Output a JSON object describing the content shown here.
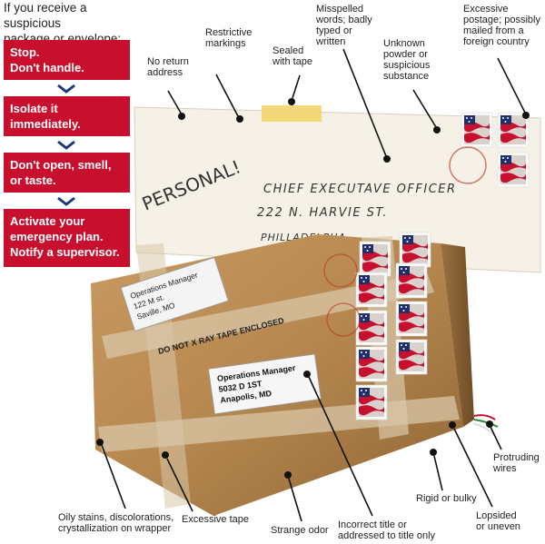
{
  "intro": {
    "line1": "If you receive a suspicious",
    "line2": "package or envelope:"
  },
  "steps": [
    {
      "line1": "Stop.",
      "line2": "Don't handle."
    },
    {
      "line1": "Isolate it",
      "line2": "immediately."
    },
    {
      "line1": "Don't open, smell,",
      "line2": "or taste."
    },
    {
      "line1": "Activate your",
      "line2": "emergency plan.",
      "line3": "Notify a supervisor."
    }
  ],
  "callouts": {
    "no_return": [
      "No return",
      "address"
    ],
    "restrictive": [
      "Restrictive",
      "markings"
    ],
    "sealed": [
      "Sealed",
      "with tape"
    ],
    "misspelled": [
      "Misspelled",
      "words; badly",
      "typed or",
      "written"
    ],
    "powder": [
      "Unknown",
      "powder or",
      "suspicious",
      "substance"
    ],
    "postage": [
      "Excessive",
      "postage; possibly",
      "mailed from a",
      "foreign country"
    ],
    "wires": [
      "Protruding",
      "wires"
    ],
    "rigid": [
      "Rigid or bulky"
    ],
    "lopsided": [
      "Lopsided",
      "or uneven"
    ],
    "incorrect": [
      "Incorrect title or",
      "addressed to title only"
    ],
    "odor": [
      "Strange odor"
    ],
    "tape": [
      "Excessive tape"
    ],
    "stains": [
      "Oily stains, discolorations,",
      "crystallization on wrapper"
    ]
  },
  "envelope": {
    "personal": "PERSONAL!",
    "addr1": "CHIEF EXECUTAVE OFFICER",
    "addr2": "222 N. HARVIE ST.",
    "addr3": "PHILLADELPHA"
  },
  "package": {
    "label1": [
      "Operations Manager",
      "122 M st.",
      "Saville, MO"
    ],
    "tape_text": "DO NOT X RAY TAPE ENCLOSED",
    "label2": [
      "Operations Manager",
      "5032 D 1ST",
      "Anapolis, MD"
    ]
  },
  "colors": {
    "accent": "#c8102e",
    "chevron": "#1f3a7a",
    "box": "#b88a55",
    "envelope": "#f6f1e6"
  }
}
